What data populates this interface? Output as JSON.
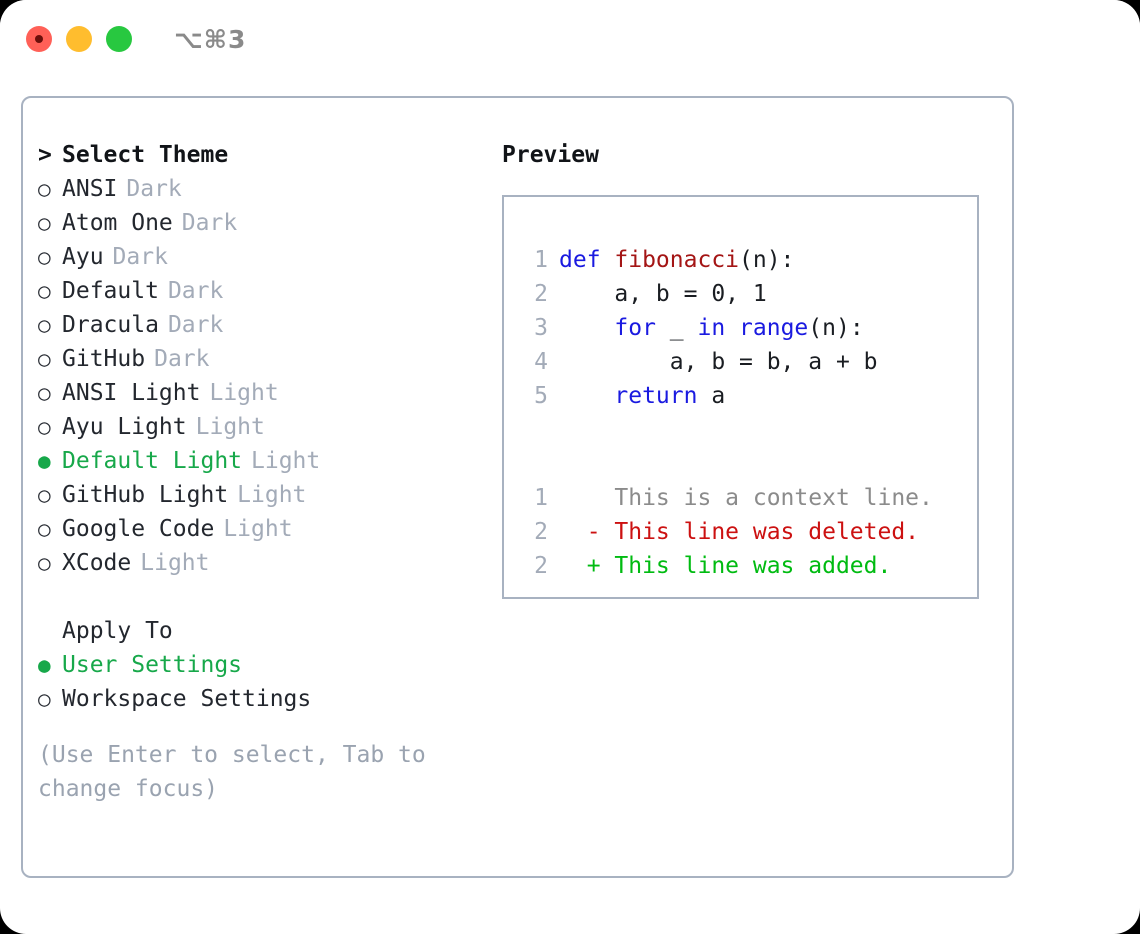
{
  "titlebar": {
    "shortcut": "⌥⌘3",
    "close_label": "close",
    "minimize_label": "minimize",
    "maximize_label": "maximize"
  },
  "colors": {
    "accent_green": "#17a84a",
    "keyword_blue": "#1a1ae0",
    "function_maroon": "#a41515",
    "diff_delete_red": "#cc1111",
    "diff_add_green": "#00bb11",
    "muted_gray": "#a3abb8",
    "border_gray": "#a8b2c1",
    "traffic_red": "#ff6057",
    "traffic_yellow": "#ffbd2e",
    "traffic_green": "#28c840"
  },
  "theme_list": {
    "header_marker": ">",
    "header_label": "Select Theme",
    "marker_unselected": "○",
    "marker_selected": "●",
    "items": [
      {
        "marker": "○",
        "label": "ANSI",
        "tag": "Dark",
        "selected": false
      },
      {
        "marker": "○",
        "label": "Atom One",
        "tag": "Dark",
        "selected": false
      },
      {
        "marker": "○",
        "label": "Ayu",
        "tag": "Dark",
        "selected": false
      },
      {
        "marker": "○",
        "label": "Default",
        "tag": "Dark",
        "selected": false
      },
      {
        "marker": "○",
        "label": "Dracula",
        "tag": "Dark",
        "selected": false
      },
      {
        "marker": "○",
        "label": "GitHub",
        "tag": "Dark",
        "selected": false
      },
      {
        "marker": "○",
        "label": "ANSI Light",
        "tag": "Light",
        "selected": false
      },
      {
        "marker": "○",
        "label": "Ayu Light",
        "tag": "Light",
        "selected": false
      },
      {
        "marker": "●",
        "label": "Default Light",
        "tag": "Light",
        "selected": true
      },
      {
        "marker": "○",
        "label": "GitHub Light",
        "tag": "Light",
        "selected": false
      },
      {
        "marker": "○",
        "label": "Google Code",
        "tag": "Light",
        "selected": false
      },
      {
        "marker": "○",
        "label": "XCode",
        "tag": "Light",
        "selected": false
      }
    ]
  },
  "apply_to": {
    "header_label": "Apply To",
    "options": [
      {
        "marker": "●",
        "label": "User Settings",
        "selected": true
      },
      {
        "marker": "○",
        "label": "Workspace Settings",
        "selected": false
      }
    ]
  },
  "help_text": "(Use Enter to select, Tab to change focus)",
  "preview": {
    "title": "Preview",
    "code_lines": [
      {
        "lineno": "1",
        "tokens": [
          {
            "text": "def ",
            "cls": "kw"
          },
          {
            "text": "fibonacci",
            "cls": "fn"
          },
          {
            "text": "(n):",
            "cls": "pl"
          }
        ]
      },
      {
        "lineno": "2",
        "tokens": [
          {
            "text": "    a, b = 0, 1",
            "cls": "pl"
          }
        ]
      },
      {
        "lineno": "3",
        "tokens": [
          {
            "text": "    ",
            "cls": "pl"
          },
          {
            "text": "for",
            "cls": "kw"
          },
          {
            "text": " _ ",
            "cls": "pl"
          },
          {
            "text": "in",
            "cls": "kw"
          },
          {
            "text": " ",
            "cls": "pl"
          },
          {
            "text": "range",
            "cls": "kw"
          },
          {
            "text": "(n):",
            "cls": "pl"
          }
        ]
      },
      {
        "lineno": "4",
        "tokens": [
          {
            "text": "        a, b = b, a + b",
            "cls": "pl"
          }
        ]
      },
      {
        "lineno": "5",
        "tokens": [
          {
            "text": "    ",
            "cls": "pl"
          },
          {
            "text": "return",
            "cls": "kw"
          },
          {
            "text": " a",
            "cls": "pl"
          }
        ]
      }
    ],
    "diff_lines": [
      {
        "lineno": "1",
        "sign": " ",
        "text": "This is a context line.",
        "kind": "diff-ctx"
      },
      {
        "lineno": "2",
        "sign": "-",
        "text": "This line was deleted.",
        "kind": "diff-del"
      },
      {
        "lineno": "2",
        "sign": "+",
        "text": "This line was added.",
        "kind": "diff-add"
      }
    ]
  }
}
